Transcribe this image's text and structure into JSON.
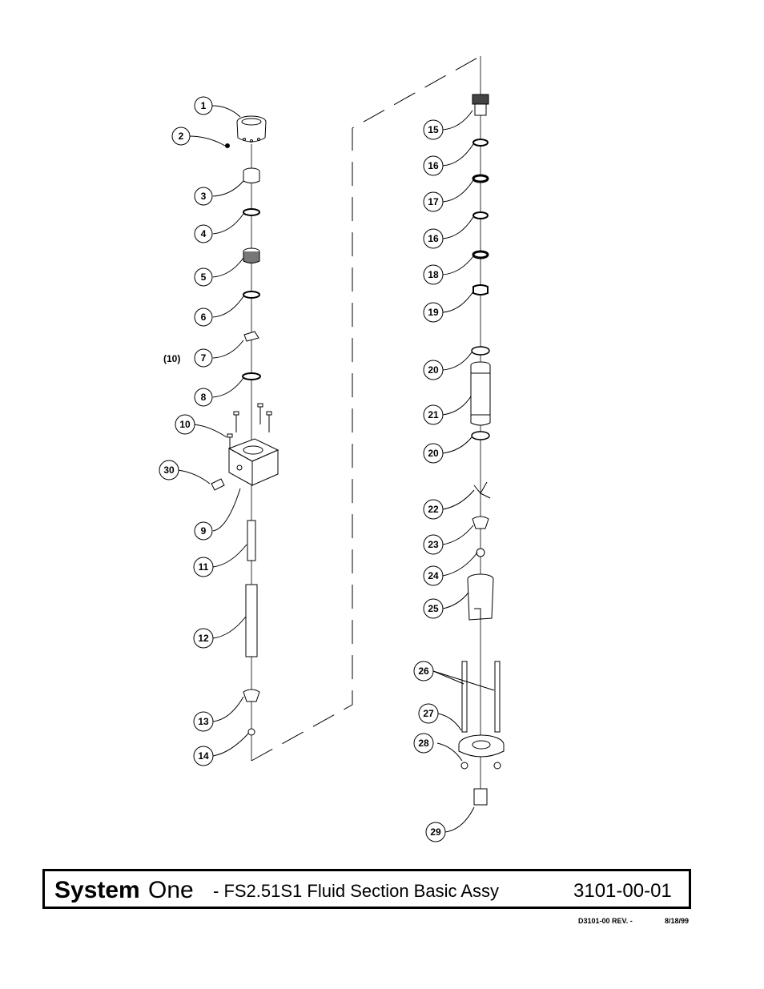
{
  "callouts": {
    "c1": "1",
    "c2": "2",
    "c3": "3",
    "c4": "4",
    "c5": "5",
    "c6": "6",
    "c7": "7",
    "c8": "8",
    "c9": "9",
    "c10": "10",
    "c11": "11",
    "c12": "12",
    "c13": "13",
    "c14": "14",
    "c15": "15",
    "c16a": "16",
    "c17": "17",
    "c16b": "16",
    "c18": "18",
    "c19": "19",
    "c20a": "20",
    "c21": "21",
    "c20b": "20",
    "c22": "22",
    "c23": "23",
    "c24": "24",
    "c25": "25",
    "c26": "26",
    "c27": "27",
    "c28": "28",
    "c29": "29",
    "c30": "30"
  },
  "qty_note": "(10)",
  "title_block": {
    "brand_bold": "System",
    "brand_light": "One",
    "description": "- FS2.51S1 Fluid Section Basic Assy",
    "part_number": "3101-00-01"
  },
  "revision": {
    "drawing": "D3101-00 REV. -",
    "date": "8/18/99"
  }
}
